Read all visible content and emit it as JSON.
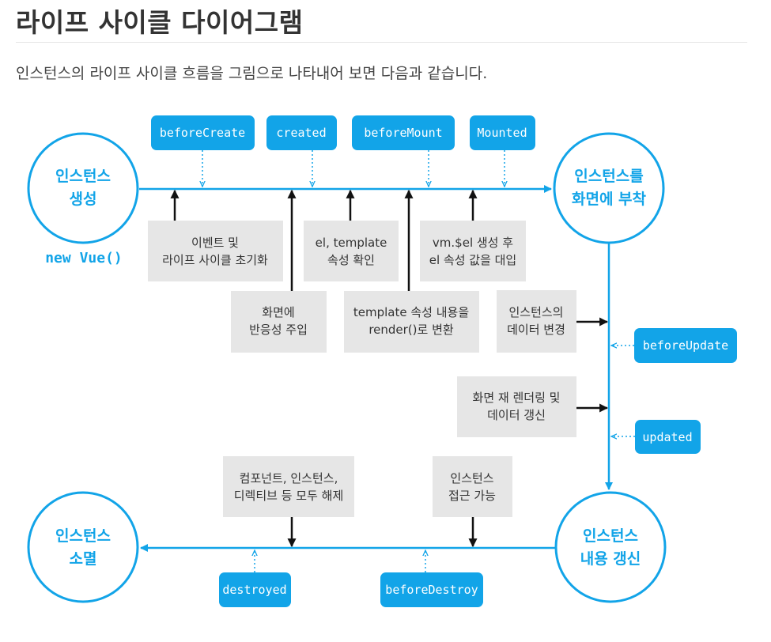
{
  "page": {
    "title": "라이프 사이클 다이어그램",
    "intro": "인스턴스의 라이프 사이클 흐름을 그림으로 나타내어 보면 다음과 같습니다."
  },
  "colors": {
    "accent": "#12a4e8",
    "box": "#e6e6e6",
    "arrow_dark": "#111111"
  },
  "diagram": {
    "circles": {
      "create": [
        "인스턴스",
        "생성"
      ],
      "mount": [
        "인스턴스를",
        "화면에 부착"
      ],
      "update": [
        "인스턴스",
        "내용 갱신"
      ],
      "destroy": [
        "인스턴스",
        "소멸"
      ]
    },
    "new_vue": "new Vue()",
    "hooks": {
      "beforeCreate": "beforeCreate",
      "created": "created",
      "beforeMount": "beforeMount",
      "mounted": "Mounted",
      "beforeUpdate": "beforeUpdate",
      "updated": "updated",
      "beforeDestroy": "beforeDestroy",
      "destroyed": "destroyed"
    },
    "steps": {
      "events": [
        "이벤트 및",
        "라이프 사이클 초기화"
      ],
      "el_template": [
        "el, template",
        "속성 확인"
      ],
      "vm_el": [
        "vm.$el 생성 후",
        "el 속성 값을 대입"
      ],
      "reactivity": [
        "화면에",
        "반응성 주입"
      ],
      "render": [
        "template 속성 내용을",
        "render()로 변환"
      ],
      "data_change": [
        "인스턴스의",
        "데이터 변경"
      ],
      "rerender": [
        "화면 재 렌더링 및",
        "데이터 갱신"
      ],
      "teardown": [
        "컴포넌트, 인스턴스,",
        "디렉티브 등 모두 해제"
      ],
      "accessible": [
        "인스턴스",
        "접근 가능"
      ]
    }
  }
}
